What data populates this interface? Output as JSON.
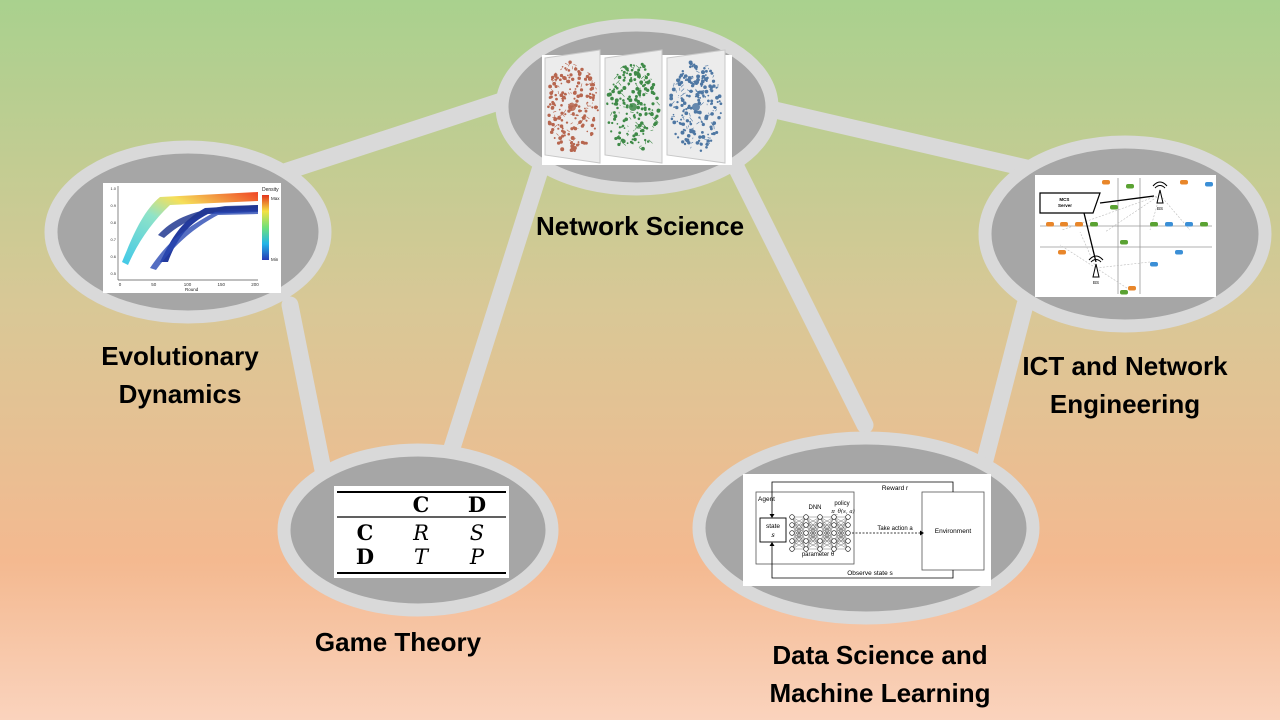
{
  "nodes": {
    "network_science": {
      "label": "Network Science"
    },
    "evolutionary_dynamics": {
      "label_lines": [
        "Evolutionary",
        "Dynamics"
      ]
    },
    "game_theory": {
      "label": "Game Theory"
    },
    "ict": {
      "label_lines": [
        "ICT and Network",
        "Engineering"
      ]
    },
    "data_science": {
      "label_lines": [
        "Data Science and",
        "Machine Learning"
      ]
    }
  },
  "evo_plot": {
    "legend_title": "Density",
    "legend_max": "Max",
    "legend_min": "Min",
    "x_ticks": [
      "0",
      "50",
      "100",
      "150",
      "200"
    ],
    "x_label": "Round",
    "y_ticks": [
      "1.0",
      "0.9",
      "0.8",
      "0.7",
      "0.6",
      "0.5"
    ]
  },
  "payoff_matrix": {
    "col_headers": [
      "C",
      "D"
    ],
    "rows": [
      {
        "header": "C",
        "cells": [
          "R",
          "S"
        ]
      },
      {
        "header": "D",
        "cells": [
          "T",
          "P"
        ]
      }
    ]
  },
  "ict_figure": {
    "server_label": "MCS Server",
    "bs_top": "BS",
    "bs_bottom": "BS"
  },
  "rl_figure": {
    "agent": "Agent",
    "dnn": "DNN",
    "policy": "policy",
    "policy_formula": "π_θ(s, a)",
    "reward": "Reward r",
    "state_label": "state",
    "state_symbol": "s",
    "take_action": "Take action a",
    "environment": "Environment",
    "parameter": "parameter θ",
    "observe": "Observe state s"
  },
  "colors": {
    "ellipse_fill": "#a6a6a6",
    "ellipse_ring": "#d9d9d9",
    "connector": "#d9d9d9",
    "net_red": "#b7664f",
    "net_green": "#3f8a48",
    "net_blue": "#4e77a3"
  }
}
